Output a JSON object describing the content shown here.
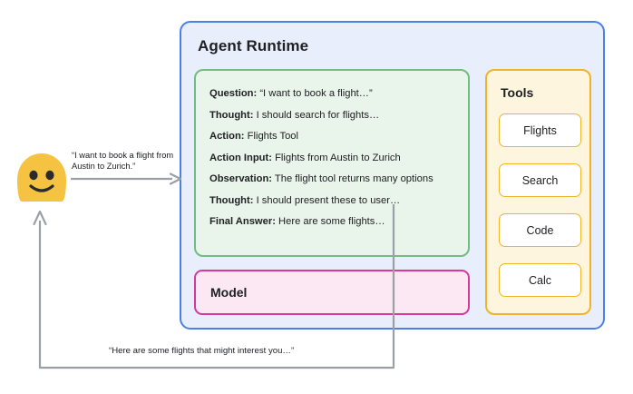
{
  "diagram": {
    "agent_runtime": {
      "title": "Agent Runtime",
      "accent_color": "#4a80e8",
      "fill_color": "#e8eefc"
    },
    "trace": {
      "accent_color": "#71bd7f",
      "fill_color": "#e9f4ea",
      "lines": [
        {
          "label": "Question:",
          "value": "“I want to book a flight…”"
        },
        {
          "label": "Thought:",
          "value": "I should search for flights…"
        },
        {
          "label": "Action:",
          "value": "Flights Tool"
        },
        {
          "label": "Action Input:",
          "value": "Flights from Austin to Zurich"
        },
        {
          "label": "Observation:",
          "value": "The flight tool returns many options"
        },
        {
          "label": "Thought:",
          "value": "I should present these to user…"
        },
        {
          "label": "Final Answer:",
          "value": "Here are some flights…"
        }
      ]
    },
    "model": {
      "label": "Model",
      "accent_color": "#d6399c",
      "fill_color": "#fbe8f2"
    },
    "tools": {
      "title": "Tools",
      "accent_color": "#f0b429",
      "fill_color": "#fdf5dd",
      "items": [
        {
          "label": "Flights"
        },
        {
          "label": "Search"
        },
        {
          "label": "Code"
        },
        {
          "label": "Calc"
        }
      ]
    },
    "user": {
      "avatar_icon": "smiley-face-icon",
      "avatar_color": "#f5c341"
    },
    "request": {
      "label": "“I want to book a flight from Austin to Zurich.”",
      "arrow_icon": "arrow-right-icon",
      "arrow_color": "#9aa0a6"
    },
    "response": {
      "label": "“Here are some flights that might interest you…”",
      "arrow_icon": "arrow-up-icon",
      "arrow_color": "#9aa0a6"
    }
  }
}
